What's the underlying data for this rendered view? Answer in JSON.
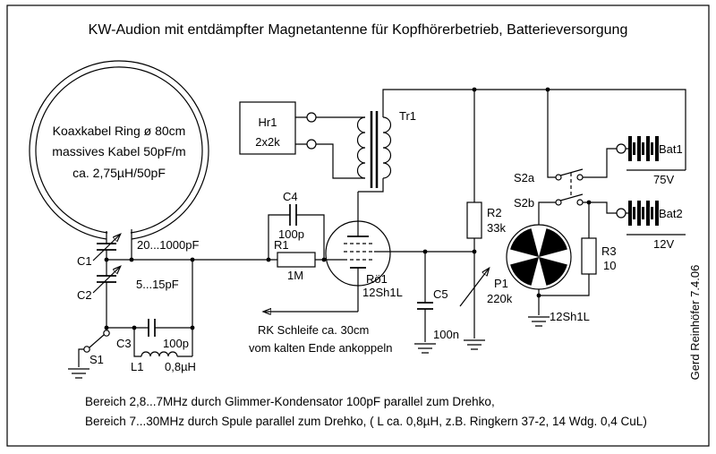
{
  "title": "KW-Audion mit entdämpfter Magnetantenne für Kopfhörerbetrieb, Batterieversorgung",
  "antenna": {
    "line1": "Koaxkabel  Ring ø 80cm",
    "line2": "massives Kabel 50pF/m",
    "line3": "ca. 2,75µH/50pF"
  },
  "components": {
    "c1": {
      "name": "C1",
      "value": "20...1000pF"
    },
    "c2": {
      "name": "C2",
      "value": "5...15pF"
    },
    "c3": {
      "name": "C3",
      "value": "100p"
    },
    "c4": {
      "name": "C4",
      "value": "100p"
    },
    "c5": {
      "name": "C5",
      "value": "100n"
    },
    "l1": {
      "name": "L1",
      "value": "0,8µH"
    },
    "r1": {
      "name": "R1",
      "value": "1M"
    },
    "r2": {
      "name": "R2",
      "value": "33k"
    },
    "r3": {
      "name": "R3",
      "value": "10"
    },
    "p1": {
      "name": "P1",
      "value": "220k"
    },
    "s1": {
      "name": "S1"
    },
    "s2a": {
      "name": "S2a"
    },
    "s2b": {
      "name": "S2b"
    },
    "tube1": {
      "name": "Rö1",
      "type": "12Sh1L"
    },
    "heater": {
      "type": "12Sh1L"
    },
    "hr1": {
      "name": "Hr1",
      "value": "2x2k"
    },
    "tr1": {
      "name": "Tr1"
    },
    "bat1": {
      "name": "Bat1",
      "voltage": "75V"
    },
    "bat2": {
      "name": "Bat2",
      "voltage": "12V"
    }
  },
  "notes": {
    "rk1": "RK Schleife ca. 30cm",
    "rk2": "vom kalten Ende ankoppeln",
    "band1": "Bereich 2,8...7MHz durch Glimmer-Kondensator 100pF parallel zum Drehko,",
    "band2": "Bereich 7...30MHz durch Spule parallel zum Drehko, ( L ca. 0,8µH, z.B. Ringkern 37-2, 14 Wdg. 0,4 CuL)"
  },
  "credit": "Gerd Reinhöfer  7.4.06"
}
